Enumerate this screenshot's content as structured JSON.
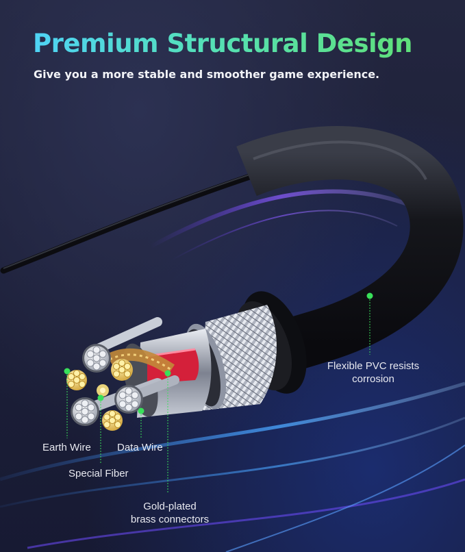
{
  "header": {
    "title": "Premium Structural Design",
    "subtitle": "Give you a more stable and smoother game experience."
  },
  "callouts": {
    "pvc_line1": "Flexible PVC resists",
    "pvc_line2": "corrosion",
    "earth_wire": "Earth Wire",
    "data_wire": "Data Wire",
    "special_fiber": "Special Fiber",
    "gold_line1": "Gold-plated",
    "gold_line2": "brass connectors"
  },
  "colors": {
    "title_gradient_start": "#4fd3f5",
    "title_gradient_end": "#5fe07a",
    "callout_dot": "#39e05a",
    "background": "#1d2039",
    "accent_glow": "#7b4dff"
  }
}
